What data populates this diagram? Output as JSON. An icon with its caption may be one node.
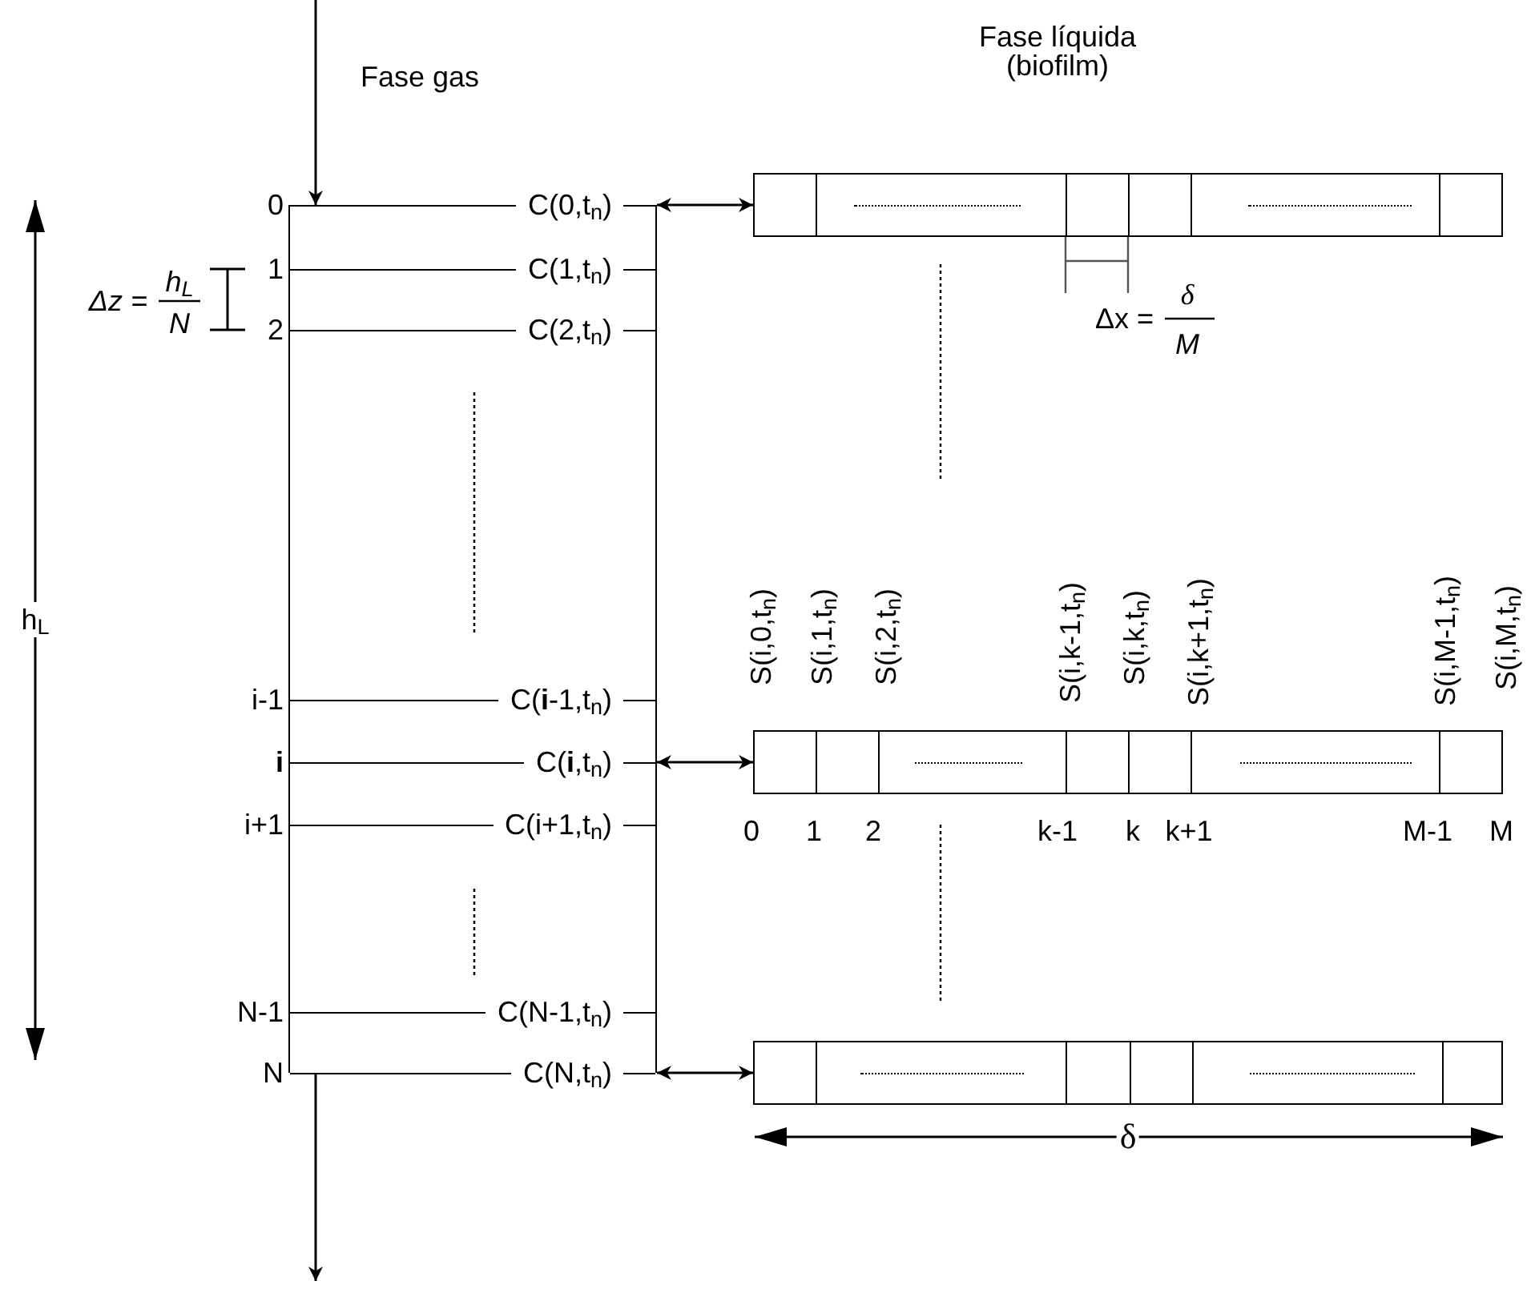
{
  "diagram": {
    "nodes": [
      {
        "text": [],
        "shape": "box"
      },
      {
        "text": [],
        "shape": "bar"
      },
      {
        "text": [],
        "shape": "bar"
      },
      {
        "text": [],
        "shape": "bar"
      }
    ],
    "edges": [
      {
        "from": null,
        "to": 0,
        "arrow": "to"
      },
      {
        "from": 0,
        "to": null,
        "arrow": "to"
      },
      {
        "from": 0,
        "to": 1,
        "arrow": "both"
      },
      {
        "from": 0,
        "to": 2,
        "arrow": "both"
      },
      {
        "from": 0,
        "to": 3,
        "arrow": "both"
      }
    ],
    "labels": [
      "Fase gas",
      "Fase líquida (biofilm)",
      "0",
      "C(0,t$_{n}$)",
      "1",
      "C(1,t$_{n}$)",
      "Δz =",
      "h$_{L}$",
      "N",
      "2",
      "C(2,t$_{n}$)",
      "Δx =",
      "δ",
      "M",
      "h$_{L}$",
      "S(i,0,t$_{n}$)",
      "S(i,1,t$_{n}$)",
      "S(i,2,t$_{n}$)",
      "S(i,k-1,t$_{n}$)",
      "S(i,k,t$_{n}$)",
      "S(i,k+1,t$_{n}$)",
      "S(i,M-1,t$_{n}$)",
      "S(i,M,t$_{n}$)",
      "i-1",
      "C(**i**-1,t$_{n}$)",
      "i",
      "C(**i**,t$_{n}$)",
      "i+1",
      "C(i+1,t$_{n}$)",
      "0",
      "1",
      "2",
      "k-1",
      "k",
      "k+1",
      "M-1",
      "M",
      "N-1",
      "C(N-1,t$_{n}$)",
      "N",
      "C(N,t$_{n}$)",
      "δ"
    ]
  }
}
